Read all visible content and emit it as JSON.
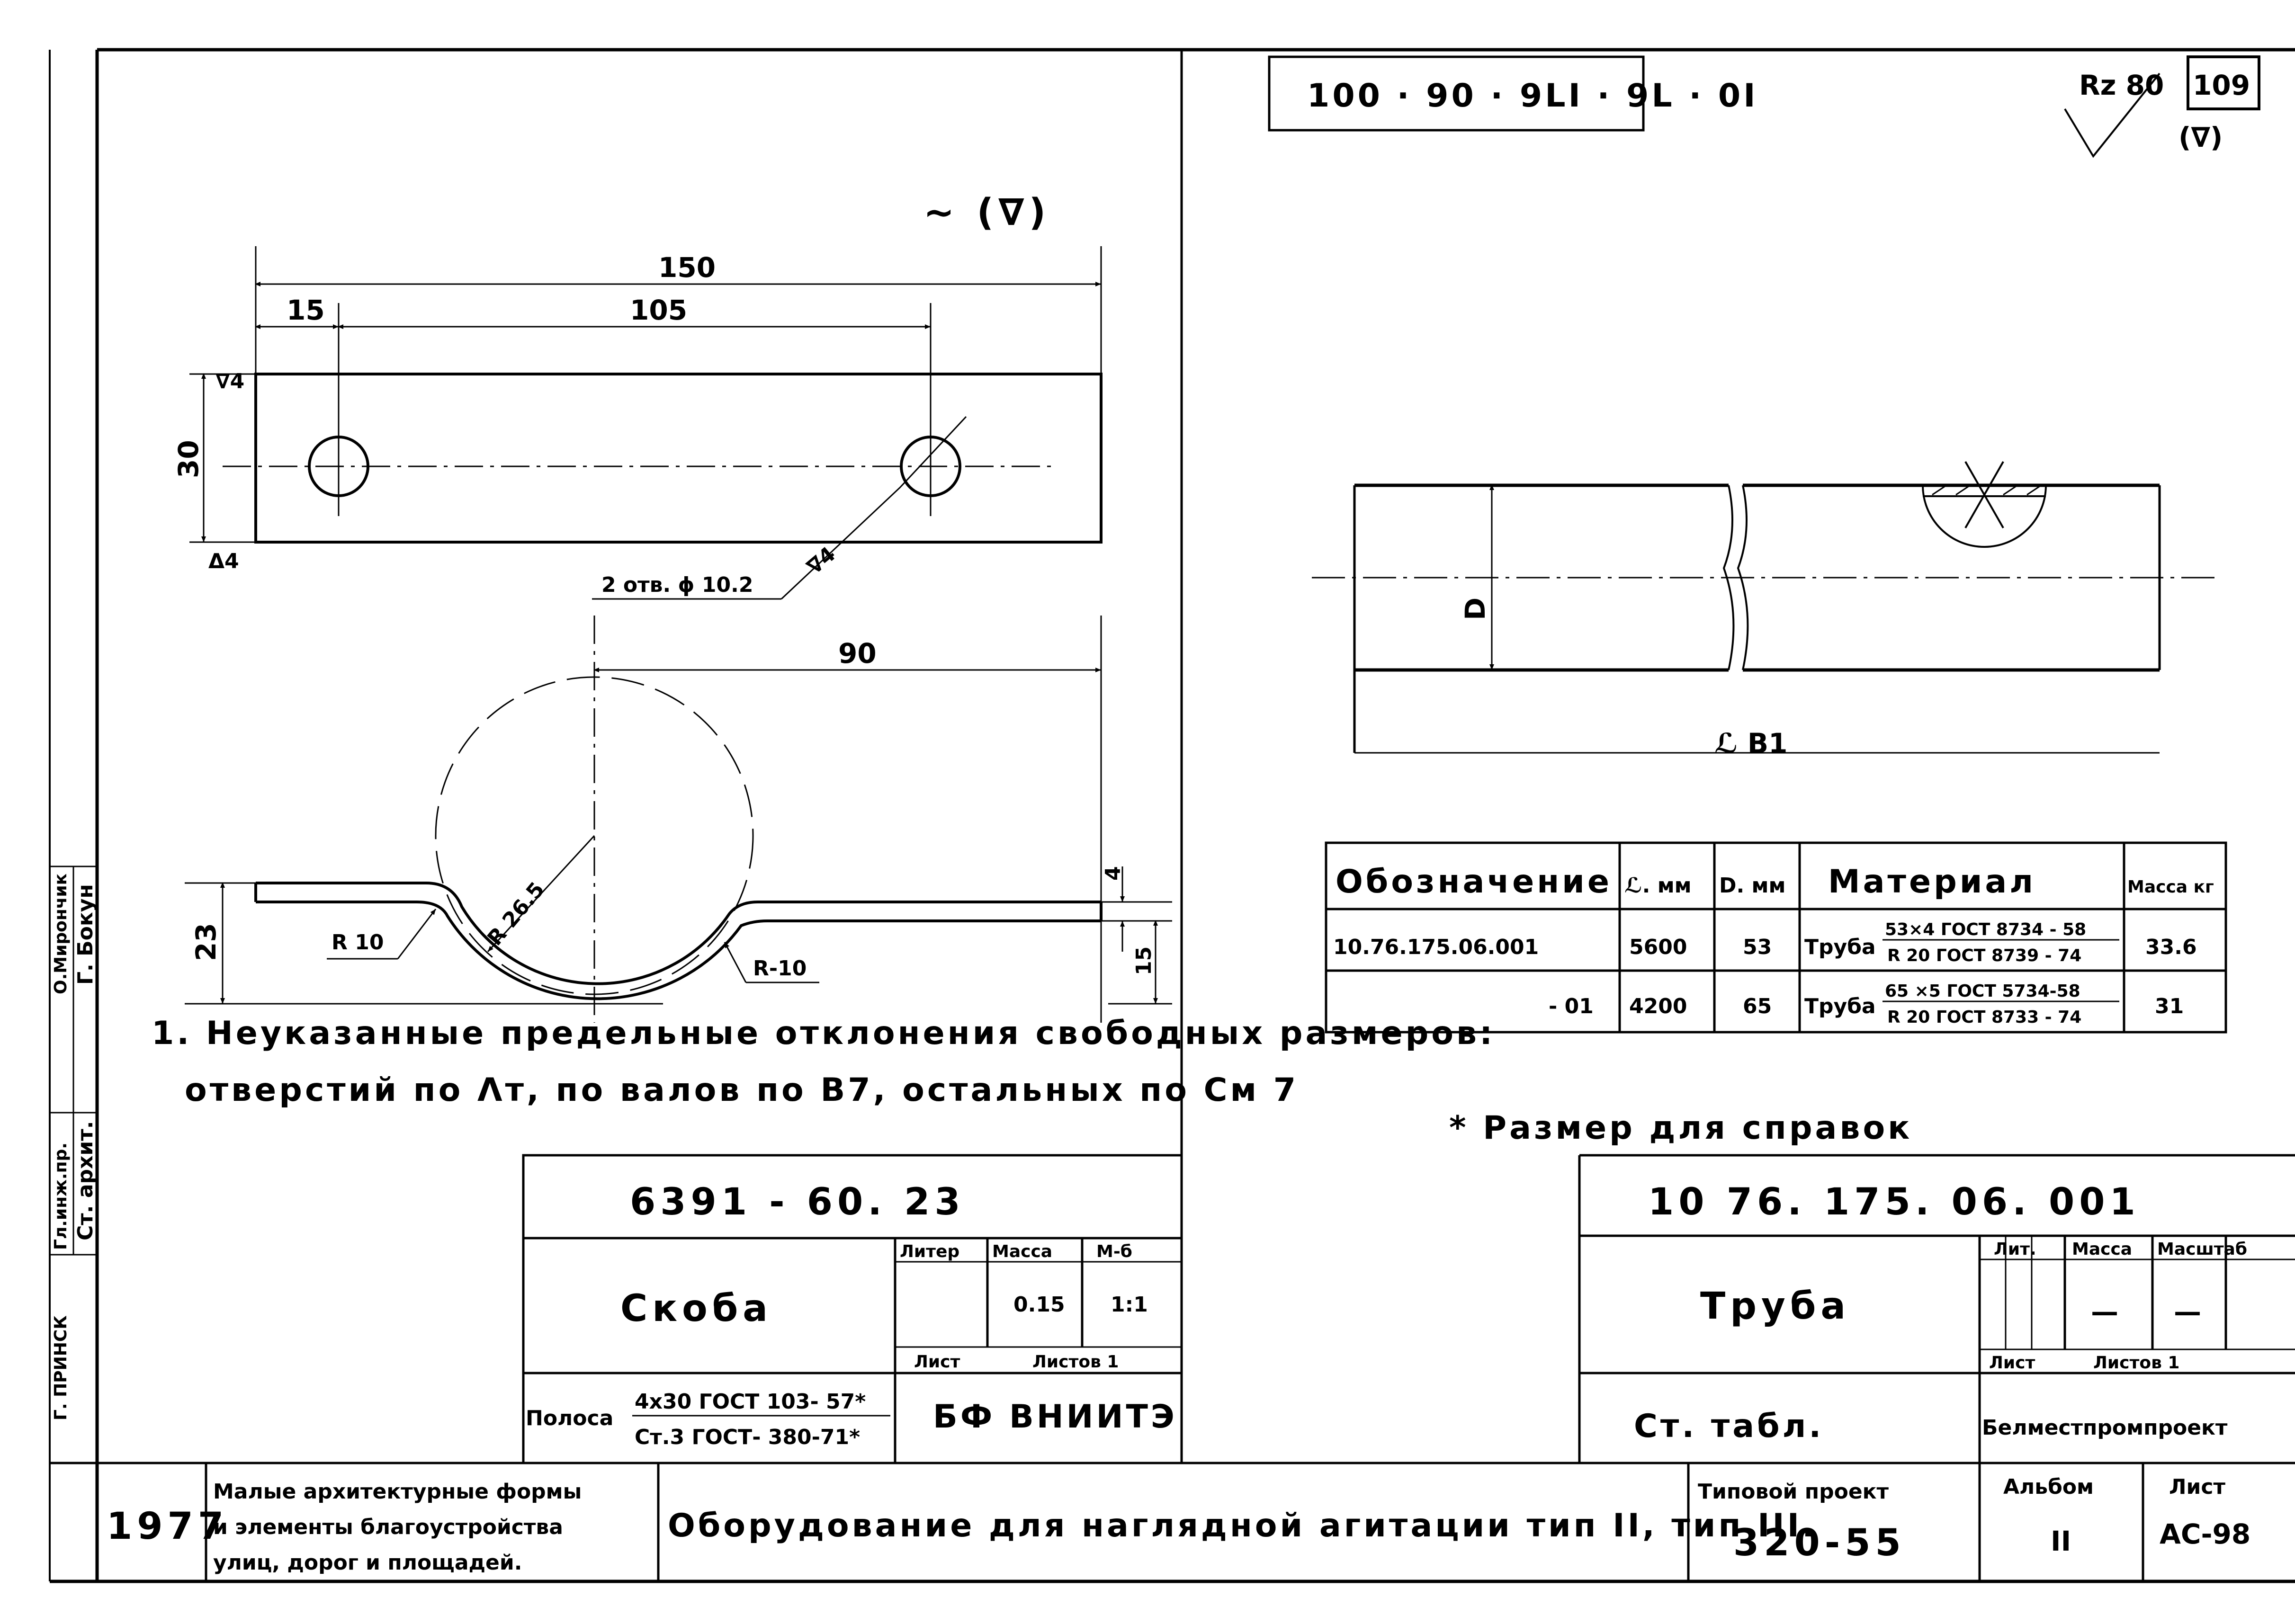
{
  "left_part": {
    "surface_finish": "∼ (∇)",
    "dims": {
      "overall_length": "150",
      "hole_offset": "15",
      "hole_spacing": "105",
      "width": "30",
      "finish_top": "∇4",
      "finish_bottom": "Δ4",
      "holes_note": "2 отв. ϕ 10.2",
      "holes_finish": "∇4",
      "half_length": "90",
      "radius_main": "R 26.5",
      "radius_left": "R 10",
      "radius_right": "R-10",
      "height": "23",
      "thickness": "4",
      "flange_height": "15"
    },
    "note_line1": "1. Неуказанные предельные отклонения свободных размеров:",
    "note_line2": "отверстий по Λт, по валов по В7, остальных по См 7"
  },
  "right_part": {
    "stamp_rotated": "100 · 90 · 9LI · 9L · 0I",
    "roughness": "Rz 80",
    "roughness_paren": "(∇)",
    "sheet_corner": "109",
    "label_d": "D",
    "label_length": "ℒ B1",
    "table": {
      "headers": [
        "Обозначение",
        "ℒ. мм",
        "D. мм",
        "Материал",
        "Масса кг"
      ],
      "rows": [
        {
          "code": "10.76.175.06.001",
          "l": "5600",
          "d": "53",
          "material_prefix": "Труба",
          "material_top": "53×4 ГОСТ 8734 - 58",
          "material_bottom": "R 20 ГОСТ 8739 - 74",
          "mass": "33.6"
        },
        {
          "code": "- 01",
          "l": "4200",
          "d": "65",
          "material_prefix": "Труба",
          "material_top": "65 ×5 ГОСТ 5734-58",
          "material_bottom": "R 20 ГОСТ 8733 - 74",
          "mass": "31"
        }
      ]
    },
    "reference_note": "* Размер для справок"
  },
  "titleblock_left": {
    "code": "6391 - 60. 23",
    "h_liter": "Литер",
    "h_mass": "Масса",
    "h_scale": "М-б",
    "name": "Скоба",
    "mass": "0.15",
    "scale": "1:1",
    "sheet": "Лист",
    "sheets": "Листов 1",
    "material_prefix": "Полоса",
    "material_top": "4х30 ГОСТ 103- 57*",
    "material_bottom": "Ст.3 ГОСТ- 380-71*",
    "org": "БФ  ВНИИТЭ"
  },
  "titleblock_right": {
    "code": "10 76. 175. 06. 001",
    "h_lit": "Лит.",
    "h_mass": "Масса",
    "h_scale": "Масштаб",
    "name": "Труба",
    "mass": "—",
    "scale": "—",
    "sheet": "Лист",
    "sheets": "Листов 1",
    "material": "Ст. табл.",
    "org": "Белместпромпроект"
  },
  "bottom_block": {
    "year": "1977",
    "series_line1": "Малые архитектурные формы",
    "series_line2": "и элементы благоустройства",
    "series_line3": "улиц, дорог и площадей.",
    "title": "Оборудование для наглядной агитации тип II, тип III.",
    "project_label": "Типовой проект",
    "project_number": "320-55",
    "album_label": "Альбом",
    "album_number": "II",
    "sheet_label": "Лист",
    "sheet_number": "АС-98"
  },
  "left_margin": {
    "stamp1": "Г. Бокун",
    "stamp2": "О.Мирончик",
    "stamp3": "Ст. архит.",
    "stamp4": "Гл.инж.пр.",
    "stamp5": "Г. ПРИНСК"
  }
}
